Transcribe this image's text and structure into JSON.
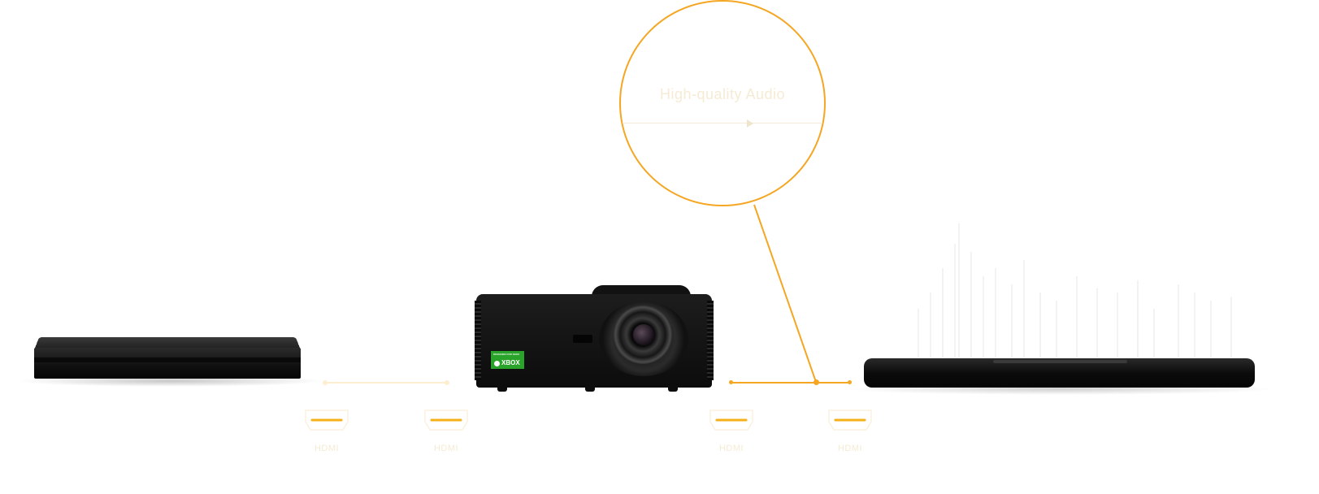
{
  "callout": {
    "label": "High-quality Audio"
  },
  "devices": {
    "player": {
      "name": "blu-ray-player"
    },
    "projector": {
      "name": "projector",
      "badge_top": "DESIGNED FOR XBOX",
      "badge_text": "XBOX"
    },
    "soundbar": {
      "name": "soundbar"
    }
  },
  "ports": [
    {
      "label": "HDMI"
    },
    {
      "label": "HDMI"
    },
    {
      "label": "HDMI"
    },
    {
      "label": "HDMI"
    }
  ],
  "colors": {
    "accent": "#f5a623",
    "faint": "#fdeed0",
    "xbox_green": "#2aa32a"
  }
}
